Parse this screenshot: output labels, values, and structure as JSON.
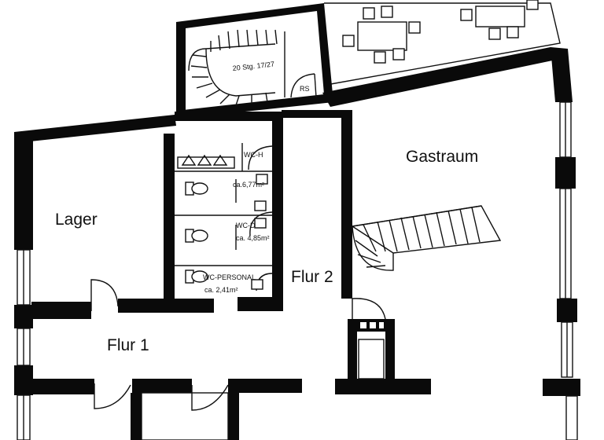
{
  "rooms": {
    "gastraum": "Gastraum",
    "lager": "Lager",
    "flur1": "Flur 1",
    "flur2": "Flur 2"
  },
  "wc": {
    "wc_h": "WC-H",
    "wc_h_area": "ca.6,77m²",
    "wc_d": "WC-D",
    "wc_d_area": "ca. 4,85m²",
    "wc_personal": "WC-PERSONAL",
    "wc_personal_area": "ca. 2,41m²"
  },
  "stair": {
    "label": "20 Stg. 17/27",
    "rs": "RS"
  }
}
